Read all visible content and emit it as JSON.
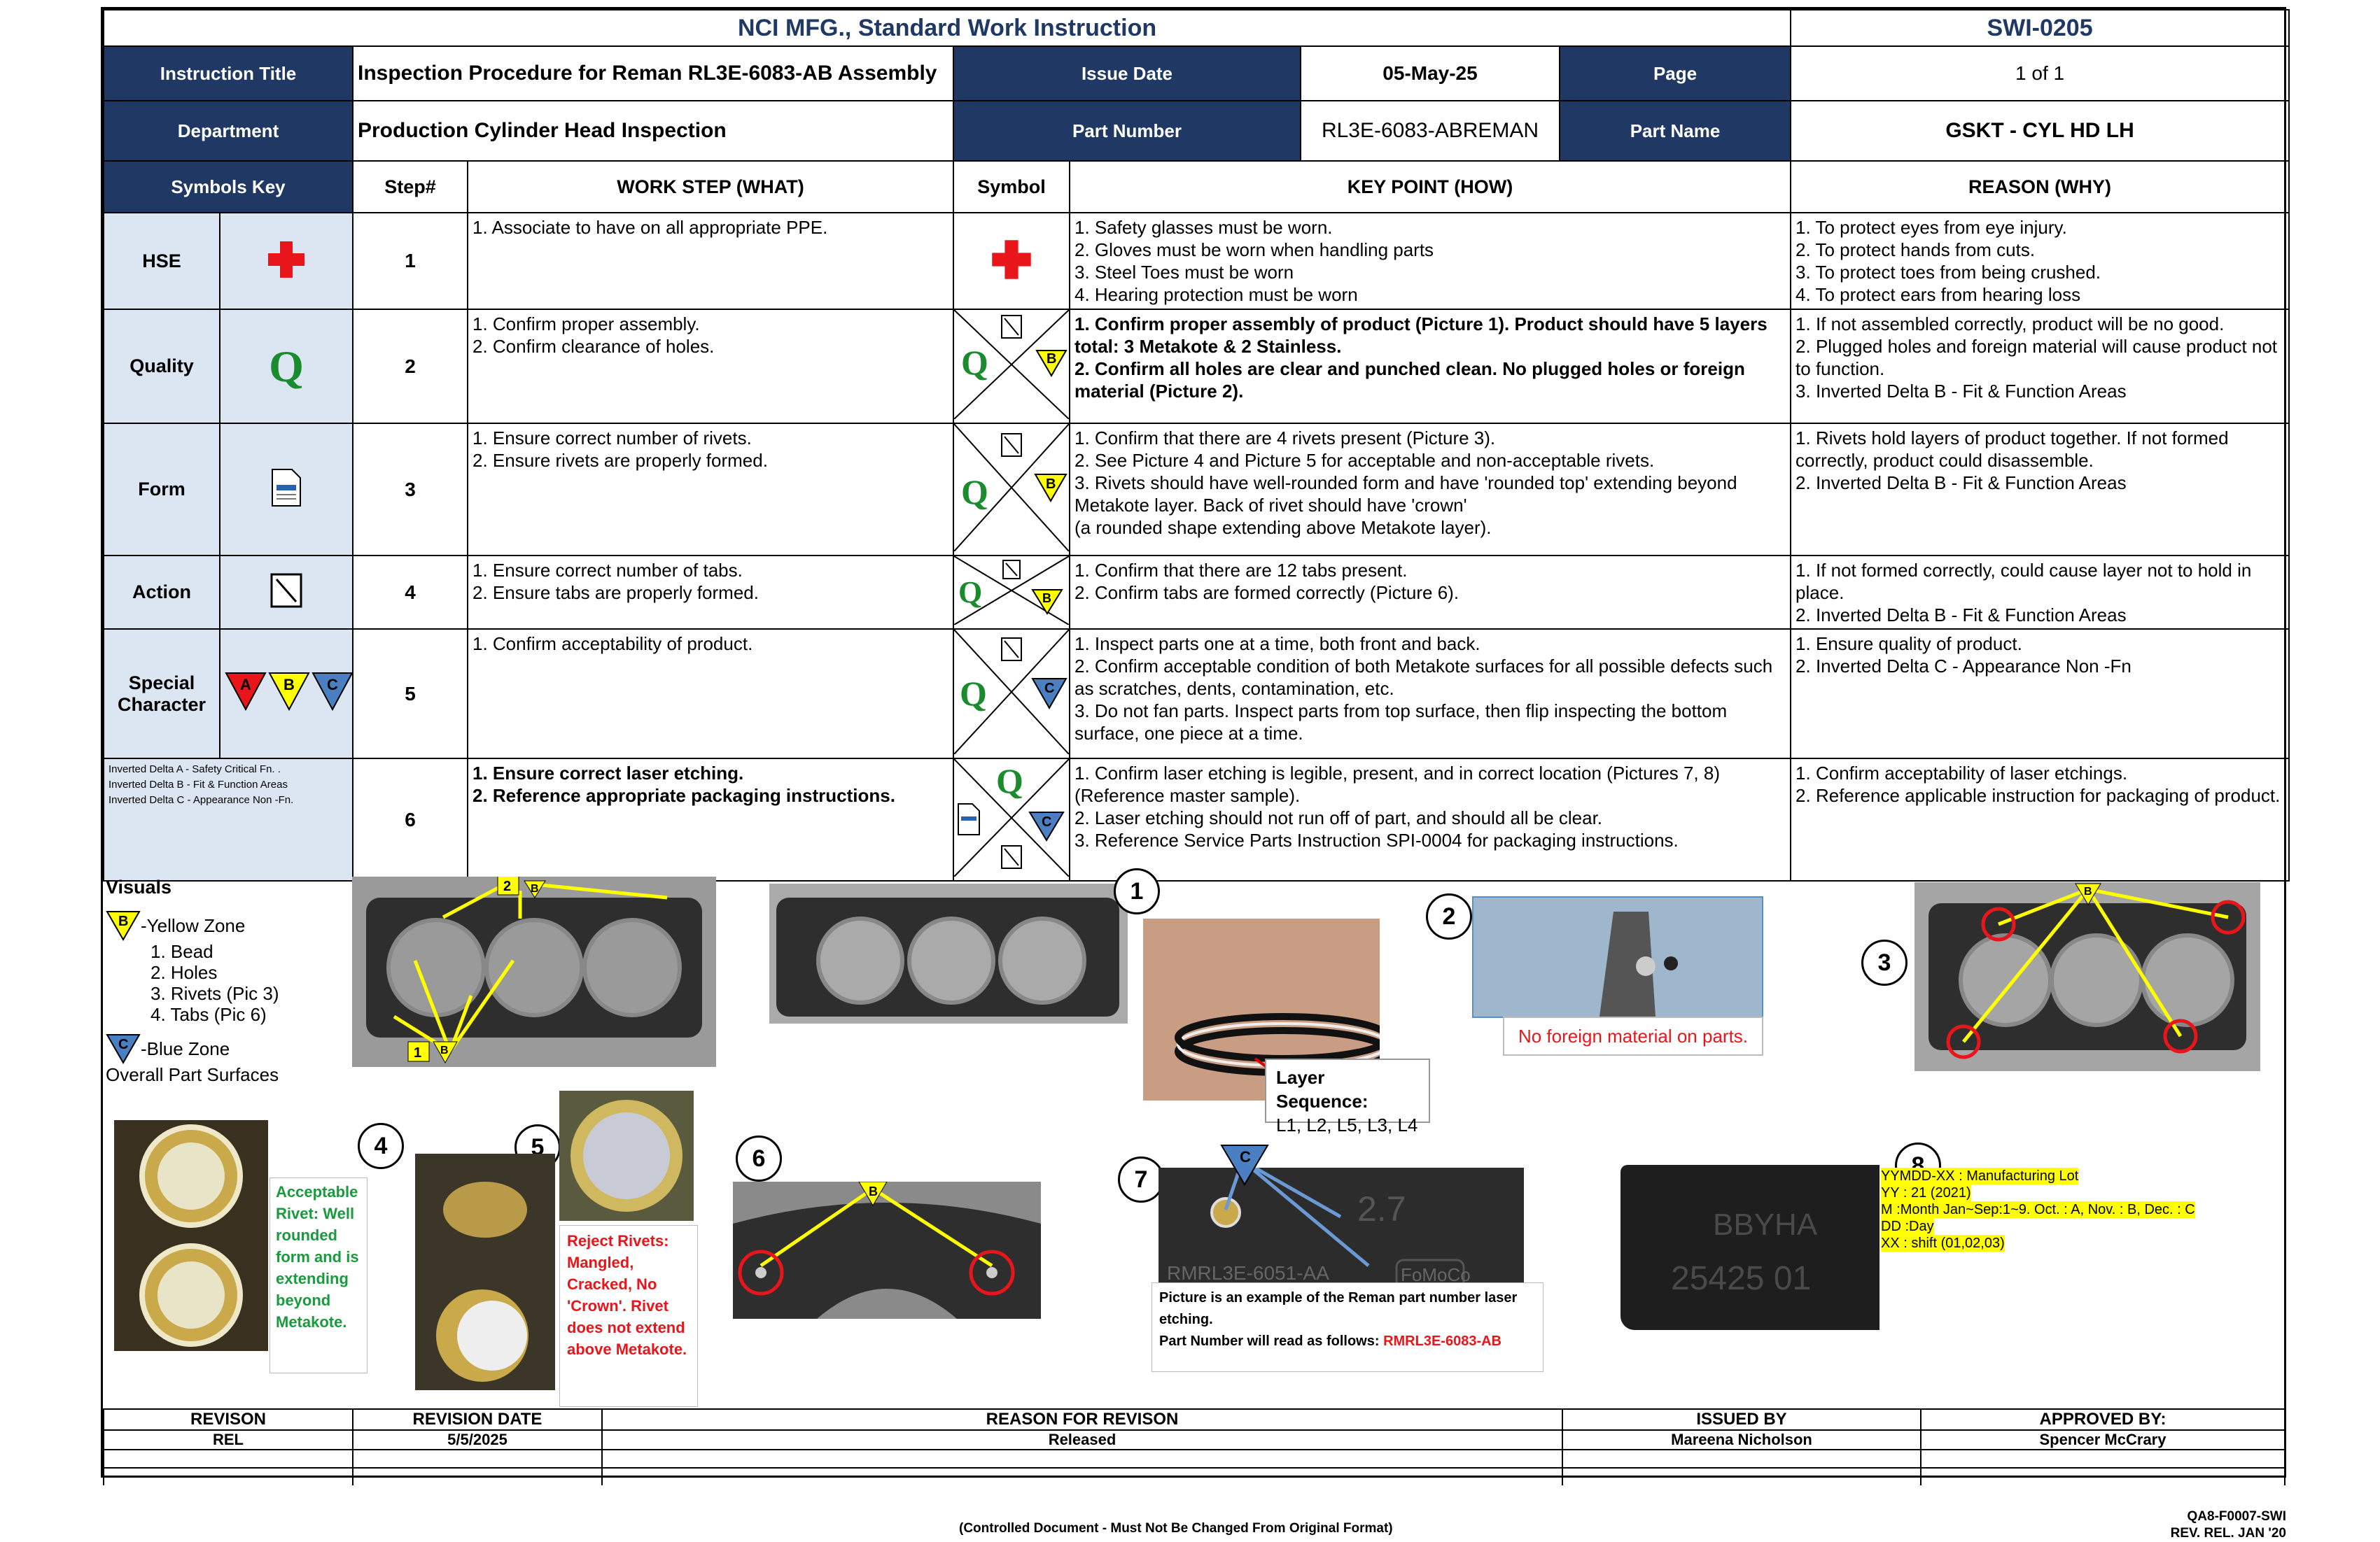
{
  "header": {
    "company": "NCI MFG., Standard Work Instruction",
    "doc_id": "SWI-0205",
    "instruction_title_label": "Instruction Title",
    "instruction_title": "Inspection Procedure for Reman RL3E-6083-AB Assembly",
    "issue_date_label": "Issue Date",
    "issue_date": "05-May-25",
    "page_label": "Page",
    "page_value": "1 of 1",
    "department_label": "Department",
    "department": "Production Cylinder Head Inspection",
    "part_number_label": "Part Number",
    "part_number": "RL3E-6083-ABREMAN",
    "part_name_label": "Part Name",
    "part_name": "GSKT - CYL HD LH"
  },
  "columns": {
    "symbols_key": "Symbols Key",
    "step": "Step#",
    "what": "WORK STEP (WHAT)",
    "symbol": "Symbol",
    "how": "KEY POINT (HOW)",
    "why": "REASON (WHY)"
  },
  "symbols_key": {
    "hse": "HSE",
    "quality": "Quality",
    "quality_glyph": "Q",
    "form": "Form",
    "action": "Action",
    "special": "Special Character",
    "delta_a": "A",
    "delta_b": "B",
    "delta_c": "C",
    "delta_notes": [
      "Inverted Delta A - Safety Critical Fn. .",
      "Inverted Delta B - Fit & Function Areas",
      "Inverted Delta C  - Appearance Non -Fn."
    ]
  },
  "steps": [
    {
      "num": "1",
      "what": "1. Associate to have on all appropriate PPE.",
      "how": "1. Safety glasses must be worn.\n2. Gloves must be worn when handling parts\n3. Steel Toes must be worn\n4. Hearing protection must be worn",
      "why": "1. To protect eyes from eye injury.\n2. To protect hands from cuts.\n3. To protect toes from being crushed.\n4. To protect ears from hearing loss"
    },
    {
      "num": "2",
      "what": "1. Confirm proper assembly.\n2. Confirm clearance of holes.",
      "how": "1. Confirm proper assembly of product (Picture 1). Product should have 5 layers total: 3 Metakote & 2 Stainless.\n2. Confirm all holes are clear and punched clean. No plugged holes or foreign material (Picture 2).",
      "why": "1. If not assembled correctly, product will be no good.\n2. Plugged holes and foreign material will cause product not to function.\n3. Inverted Delta B - Fit & Function Areas"
    },
    {
      "num": "3",
      "what": "1. Ensure correct number of rivets.\n2. Ensure rivets are properly formed.",
      "how": "1. Confirm that there are 4 rivets present (Picture 3).\n2. See Picture 4 and Picture 5 for acceptable and non-acceptable rivets.\n3. Rivets should have well-rounded form and have 'rounded top' extending beyond Metakote layer. Back of rivet should have 'crown'\n(a rounded shape extending above Metakote layer).",
      "why": "1. Rivets hold layers of product together. If not formed correctly, product could disassemble.\n2. Inverted Delta B - Fit & Function Areas"
    },
    {
      "num": "4",
      "what": "1. Ensure correct number of tabs.\n2. Ensure tabs are properly formed.",
      "how": "1. Confirm that there are 12 tabs present.\n2. Confirm tabs are formed correctly (Picture 6).",
      "why": "1. If not formed correctly, could cause layer not to hold in place.\n2. Inverted Delta B - Fit & Function Areas"
    },
    {
      "num": "5",
      "what": "1. Confirm acceptability of product.",
      "how": "1. Inspect parts one at a time, both front and back.\n2. Confirm acceptable condition of both Metakote surfaces for all possible defects such as scratches, dents, contamination, etc.\n3. Do not fan parts. Inspect parts from top surface, then flip inspecting the bottom surface, one piece at a time.",
      "why": "1. Ensure quality of product.\n2. Inverted Delta C  - Appearance Non -Fn"
    },
    {
      "num": "6",
      "what": "1. Ensure correct laser etching.\n2. Reference appropriate packaging instructions.",
      "how": "1. Confirm laser etching is legible, present, and in correct location (Pictures 7, 8) (Reference master sample).\n2. Laser etching should not run off of part, and should all be clear.\n3. Reference Service Parts Instruction SPI-0004 for packaging instructions.",
      "why": "1. Confirm acceptability of laser etchings.\n2. Reference applicable instruction for packaging of product."
    }
  ],
  "visuals": {
    "title": "Visuals",
    "yellow_zone": "-Yellow Zone",
    "yellow_items": [
      "1. Bead",
      "2. Holes",
      "3. Rivets (Pic 3)",
      "4. Tabs (Pic 6)"
    ],
    "blue_zone": "-Blue Zone",
    "blue_desc": "Overall Part Surfaces",
    "pic_numbers": [
      "1",
      "2",
      "3",
      "4",
      "5",
      "6",
      "7",
      "8"
    ],
    "callout_1": "1",
    "callout_2": "2",
    "layer_sequence_title": "Layer Sequence:",
    "layer_sequence": "L1, L2, L5, L3, L4",
    "no_foreign": "No foreign material on parts.",
    "acceptable": "Acceptable Rivet: Well rounded form and is extending beyond Metakote.",
    "reject": "Reject Rivets: Mangled, Cracked, No 'Crown'. Rivet does not extend above Metakote.",
    "pic7_note": "Picture is an example of the Reman part number laser etching.",
    "pic7_pn_prefix": "Part Number will read as follows: ",
    "pic7_pn": "RMRL3E-6083-AB",
    "etch_text_7a": "2.7",
    "etch_text_7b": "RMRL3E-6051-AA",
    "etch_text_7c": "FoMoCo",
    "etch_text_8a": "BBYHA",
    "etch_text_8b": "25425 01",
    "lot_lines": [
      "YYMDD-XX : Manufacturing Lot",
      "YY  : 21 (2021)",
      "M   :Month Jan~Sep:1~9.   Oct. : A, Nov. : B, Dec. : C",
      "DD  :Day",
      "XX : shift (01,02,03)"
    ]
  },
  "revision": {
    "headers": [
      "REVISON",
      "REVISION DATE",
      "REASON FOR REVISON",
      "ISSUED BY",
      "APPROVED BY:"
    ],
    "row": [
      "REL",
      "5/5/2025",
      "Released",
      "Mareena Nicholson",
      "Spencer McCrary"
    ]
  },
  "footer": {
    "controlled": "(Controlled Document - Must Not Be Changed From Original Format)",
    "form_id": "QA8-F0007-SWI",
    "rev_rel": "REV. REL. JAN '20"
  },
  "colors": {
    "navy": "#1f3864",
    "light_blue": "#dce6f2",
    "red_cross": "#e8161b",
    "quality_green": "#1a8c2e",
    "yellow": "#ffff00",
    "blue_delta": "#4a7fc1"
  }
}
